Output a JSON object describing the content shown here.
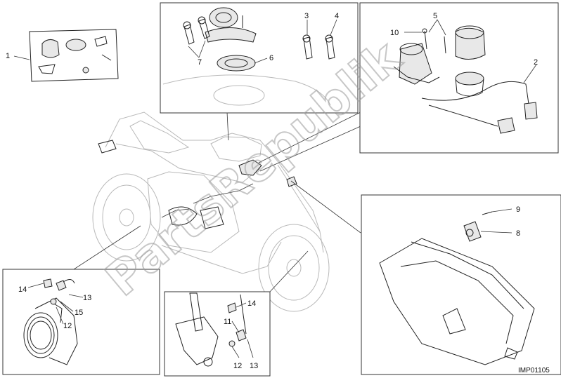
{
  "diagram_code": "IMP01105",
  "watermark": "PartsRepublik",
  "callouts": {
    "c1": "1",
    "c2": "2",
    "c3": "3",
    "c4": "4",
    "c5": "5",
    "c6": "6",
    "c7": "7",
    "c8": "8",
    "c9": "9",
    "c10": "10",
    "c11": "11",
    "c12a": "12",
    "c12b": "12",
    "c13a": "13",
    "c13b": "13",
    "c14a": "14",
    "c14b": "14",
    "c15": "15"
  }
}
